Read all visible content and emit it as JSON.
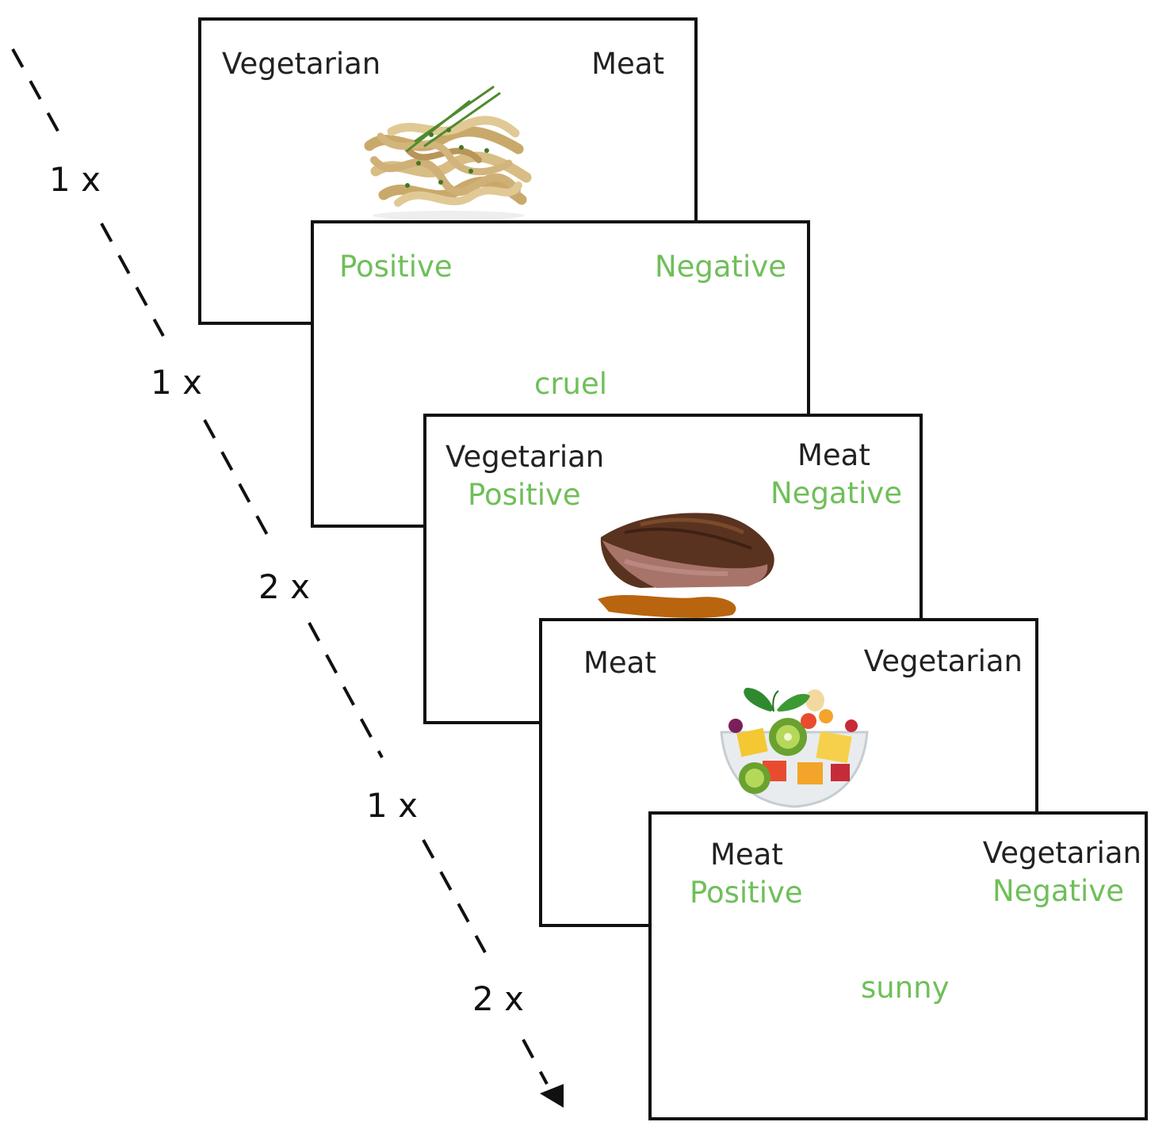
{
  "colors": {
    "category_text": "#222222",
    "attribute_text": "#6fbf59",
    "frame": "#111111",
    "timeline": "#111111"
  },
  "timeline": {
    "repetitions": [
      "1 x",
      "1 x",
      "2 x",
      "1 x",
      "2 x"
    ]
  },
  "screens": [
    {
      "left_category": "Vegetarian",
      "right_category": "Meat",
      "stimulus_image": "pasta-image"
    },
    {
      "left_attribute": "Positive",
      "right_attribute": "Negative",
      "stimulus_word": "cruel"
    },
    {
      "left_category": "Vegetarian",
      "left_attribute": "Positive",
      "right_category": "Meat",
      "right_attribute": "Negative",
      "stimulus_image": "steak-image"
    },
    {
      "left_category": "Meat",
      "right_category": "Vegetarian",
      "stimulus_image": "fruit-salad-image"
    },
    {
      "left_category": "Meat",
      "left_attribute": "Positive",
      "right_category": "Vegetarian",
      "right_attribute": "Negative",
      "stimulus_word": "sunny"
    }
  ]
}
